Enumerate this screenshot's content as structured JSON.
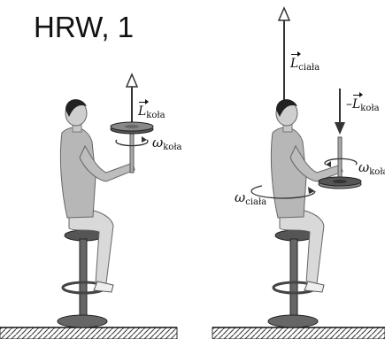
{
  "title": "HRW, 1",
  "left_panel": {
    "vector_symbol": "L",
    "vector_sub": "koła",
    "omega_symbol": "ω",
    "omega_sub": "koła"
  },
  "right_panel": {
    "body_vector_symbol": "L",
    "body_vector_sub": "ciała",
    "neg_wheel_prefix": "–",
    "neg_wheel_symbol": "L",
    "neg_wheel_sub": "koła",
    "omega_wheel_symbol": "ω",
    "omega_wheel_sub": "koła",
    "omega_body_symbol": "ω",
    "omega_body_sub": "ciała"
  }
}
